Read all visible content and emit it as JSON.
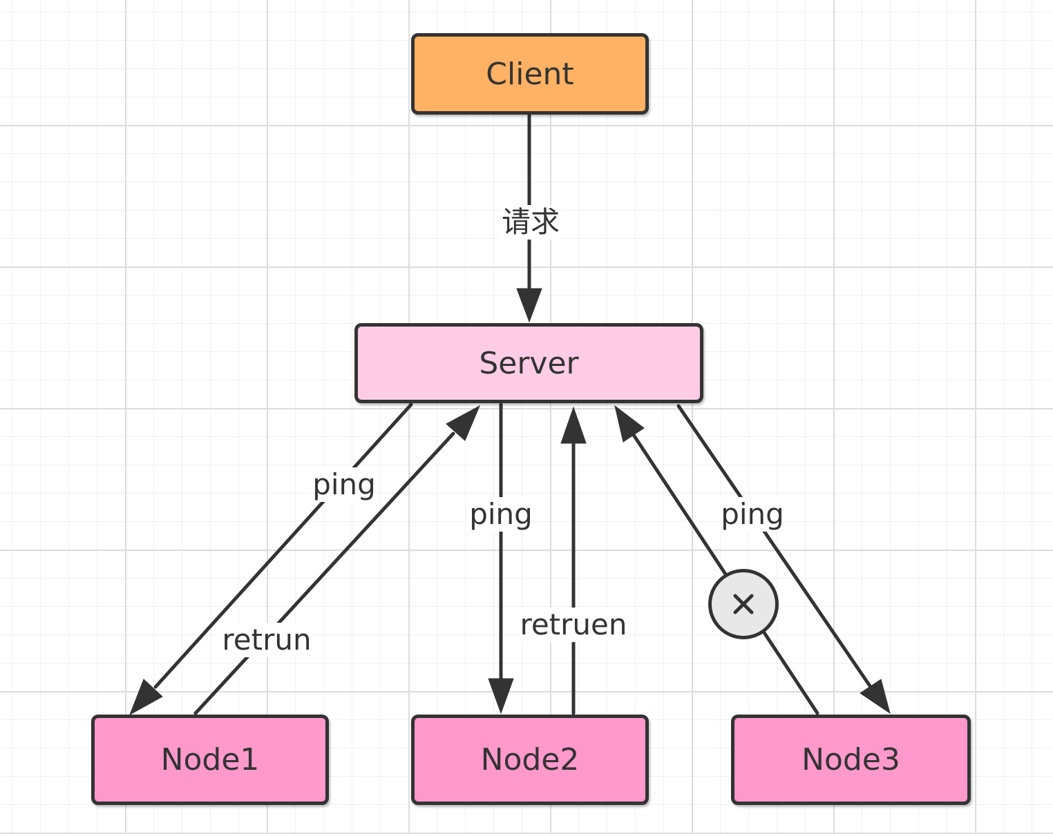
{
  "colors": {
    "client_fill": "#ffb164",
    "server_fill": "#ffcce5",
    "node_fill": "#ff99cc",
    "stroke": "#333333",
    "failure_marker_fill": "#e8e8e8"
  },
  "nodes": {
    "client": "Client",
    "server": "Server",
    "node1": "Node1",
    "node2": "Node2",
    "node3": "Node3"
  },
  "edges": {
    "client_to_server": "请求",
    "server_to_node1": "ping",
    "node1_to_server": "retrun",
    "server_to_node2": "ping",
    "node2_to_server": "retruen",
    "server_to_node3": "ping"
  },
  "failure_marker": {
    "icon": "x-circle-icon"
  }
}
